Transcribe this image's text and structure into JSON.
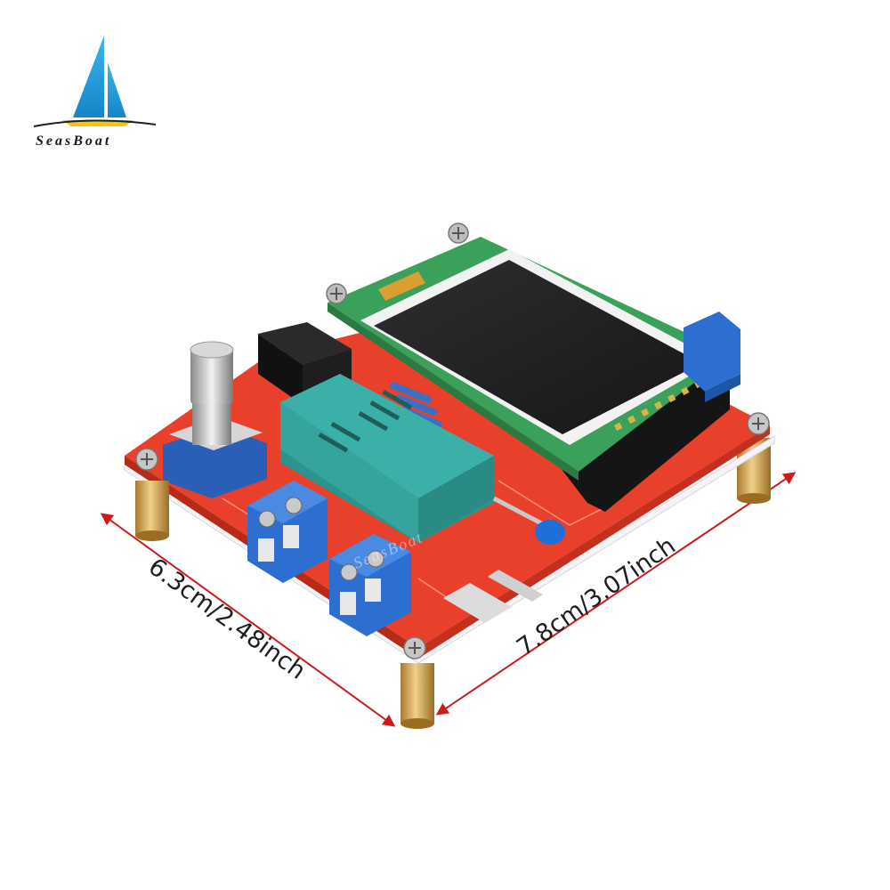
{
  "brand": {
    "name": "SeasBoat",
    "sail_color": "#29a8e0",
    "hull_color": "#f3c614"
  },
  "dimensions": {
    "width_label": "6.3cm/2.48inch",
    "depth_label": "7.8cm/3.07inch"
  },
  "watermark_text": "SeasBoat",
  "product": {
    "board_color": "#e8402a",
    "lcd_pcb_color": "#3aa05a",
    "zif_socket_color": "#3bb0a8",
    "terminal_color": "#2d6fd0",
    "standoff_color": "#c9a14a"
  }
}
